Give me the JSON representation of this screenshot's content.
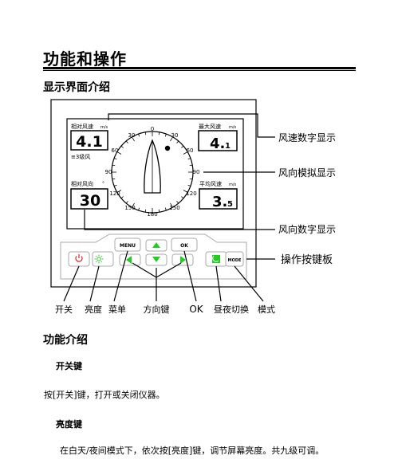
{
  "doc": {
    "title": "功能和操作",
    "section_display": "显示界面介绍",
    "section_function": "功能介绍",
    "power_heading": "开关键",
    "power_text": "按[开关]键，打开或关闭仪器。",
    "brightness_heading": "亮度键",
    "brightness_text": "在白天/夜间模式下，依次按[亮度]键，调节屏幕亮度。共九级可调。"
  },
  "screen": {
    "wind_speed_label": "相对风速",
    "wind_speed_unit": "m/s",
    "wind_speed_value": "4.1",
    "beaufort": "≡3级风",
    "max_speed_label": "最大风速",
    "max_speed_unit": "m/s",
    "max_speed_int": "4.",
    "max_speed_dec": "1",
    "wind_dir_label": "相对风向",
    "wind_dir_unit": "°",
    "wind_dir_value": "30",
    "avg_speed_label": "平均风速",
    "avg_speed_unit": "m/s",
    "avg_speed_int": "3.",
    "avg_speed_dec": "5",
    "dial": {
      "top": "0",
      "left30": "30",
      "right30": "30",
      "left60": "60",
      "right60": "60",
      "left90": "90",
      "right90": "90",
      "left120": "120",
      "right120": "120",
      "left150": "150",
      "right150": "150",
      "bottom": "180"
    }
  },
  "keys": {
    "menu": "MENU",
    "ok": "OK",
    "mode": "MODE"
  },
  "callouts": {
    "speed_digital": "风速数字显示",
    "dir_analog": "风向模拟显示",
    "dir_digital": "风向数字显示",
    "keypad": "操作按键板"
  },
  "bottom_labels": {
    "power": "开关",
    "brightness": "亮度",
    "menu": "菜单",
    "direction": "方向键",
    "ok": "OK",
    "daynight": "昼夜切换",
    "mode": "模式"
  },
  "colors": {
    "power_red": "#e02020",
    "key_green": "#22cc22"
  }
}
